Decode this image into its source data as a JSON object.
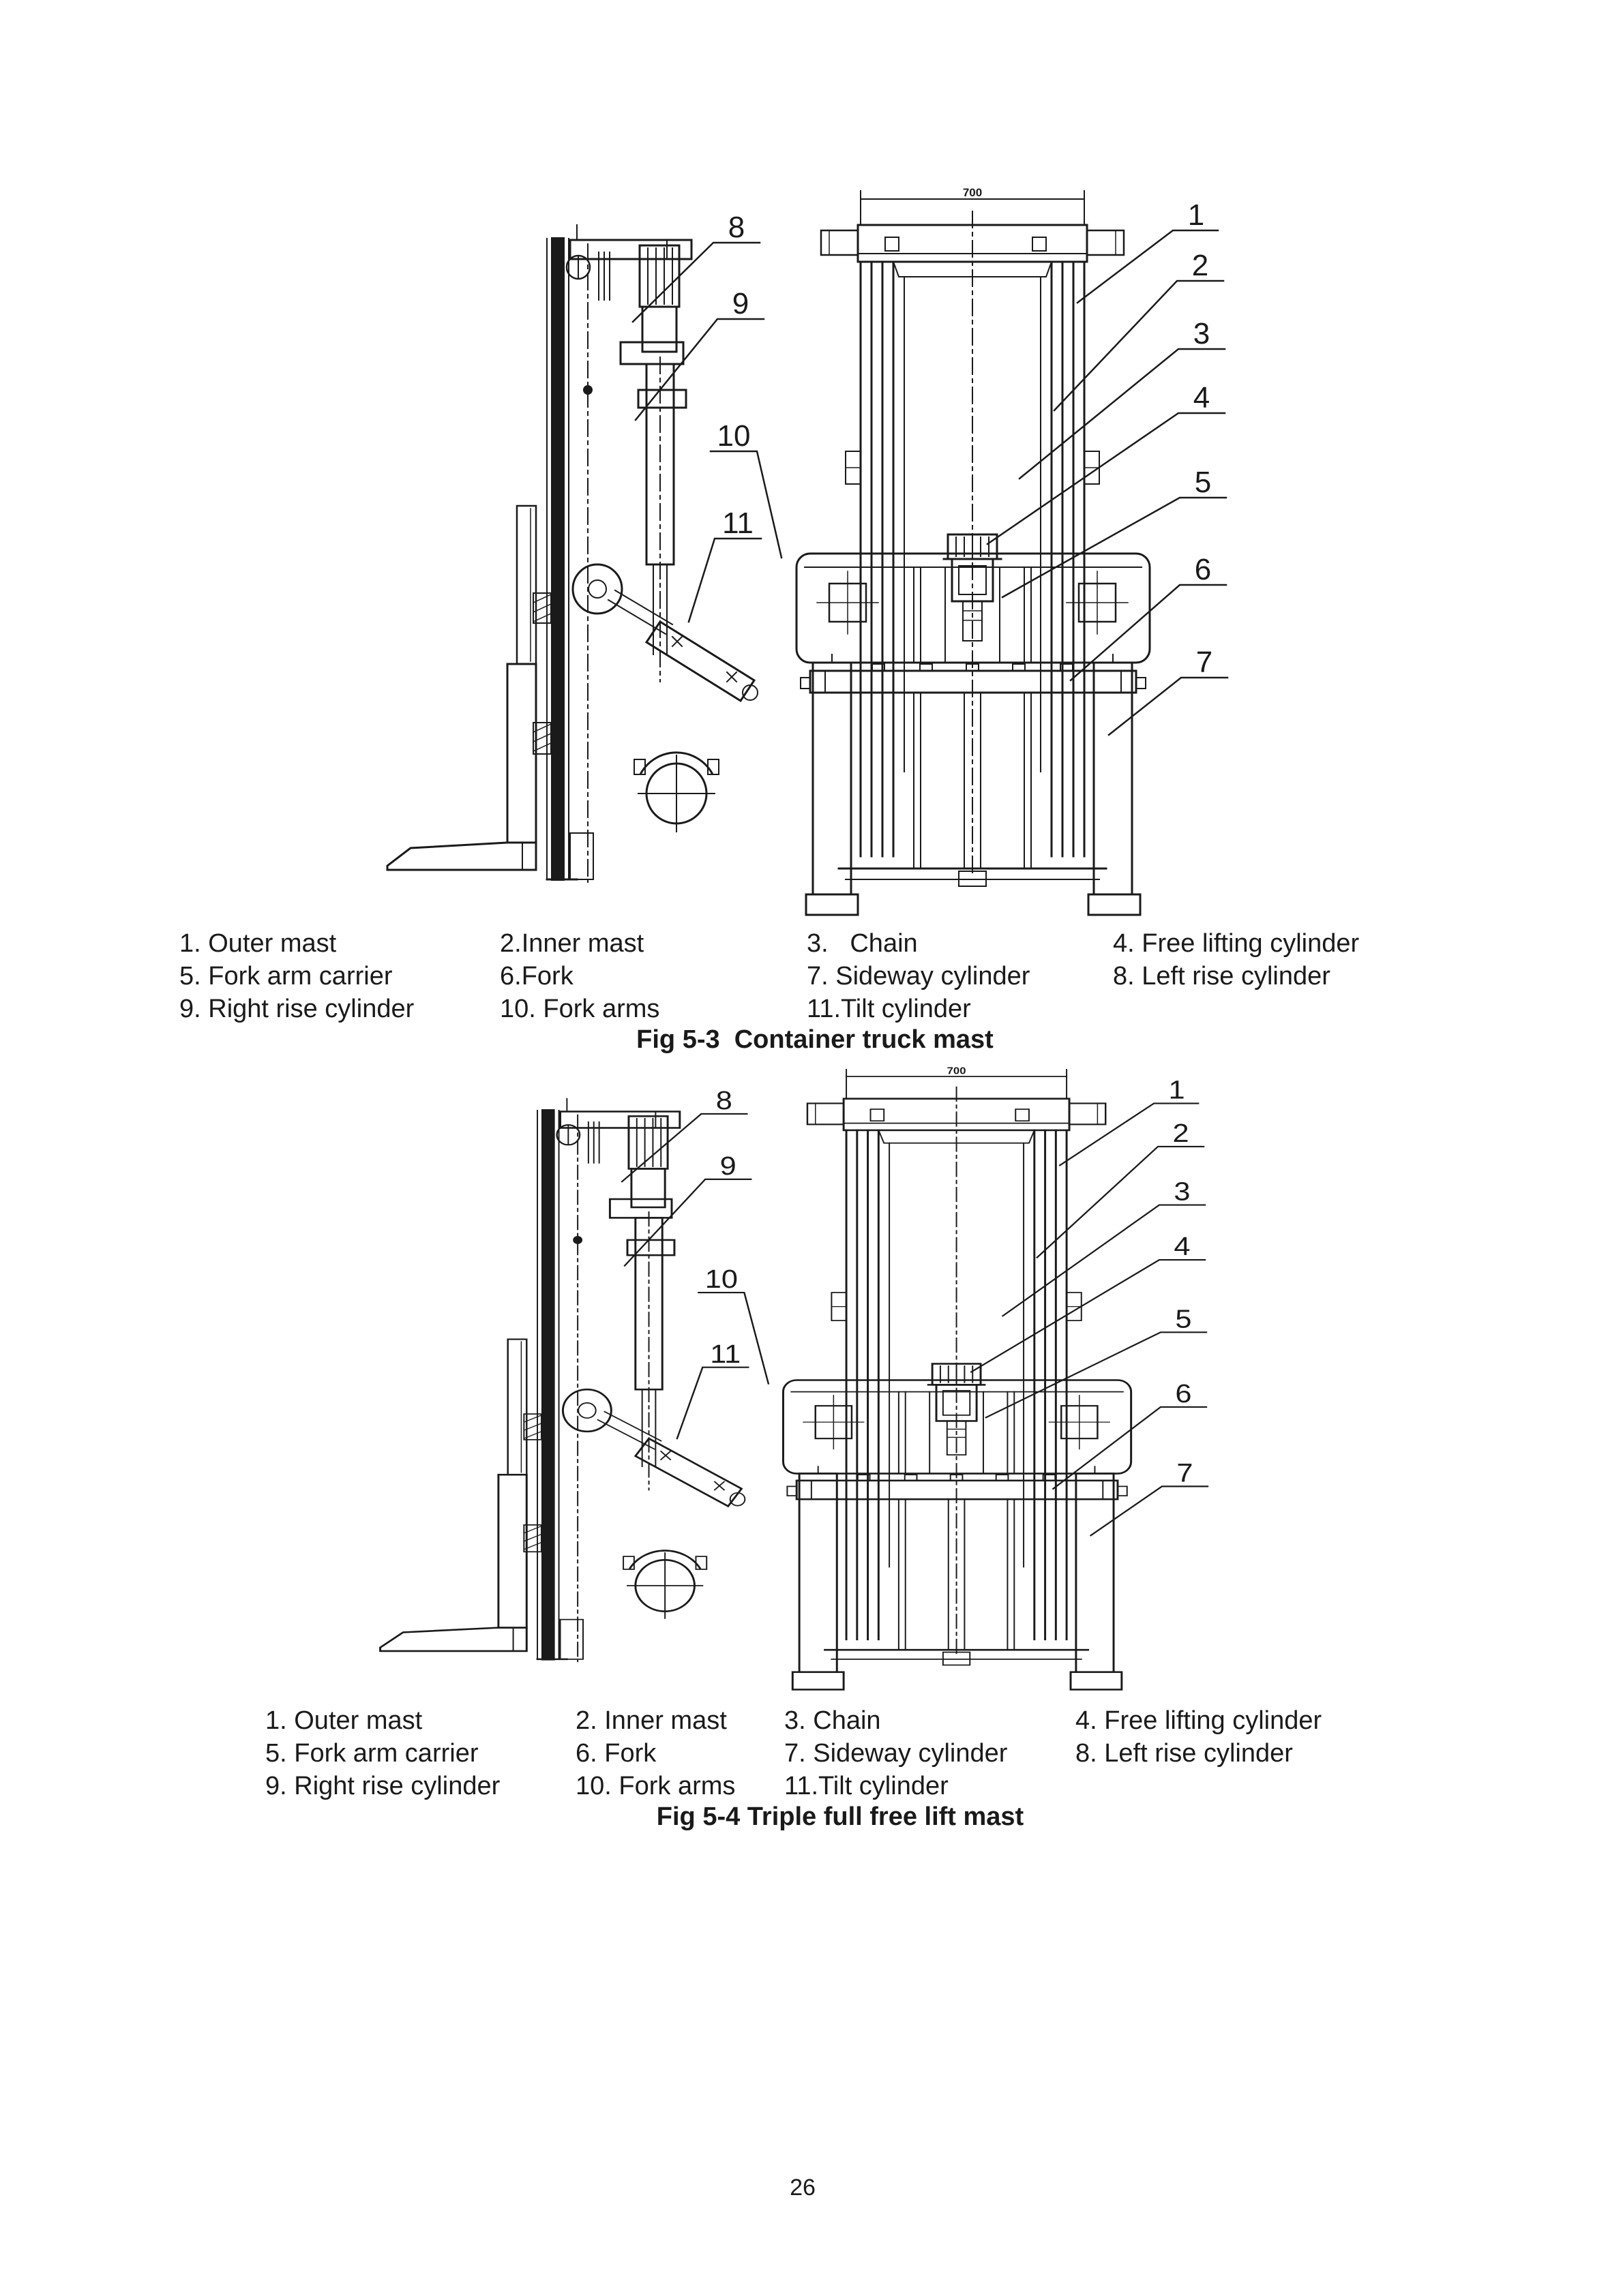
{
  "page": {
    "number": "26",
    "ink_color": "#1a1a1a",
    "paper_color": "#ffffff"
  },
  "callout_labels": [
    "1",
    "2",
    "3",
    "4",
    "5",
    "6",
    "7",
    "8",
    "9",
    "10",
    "11"
  ],
  "figures": [
    {
      "id": "fig-5-3",
      "caption": "Fig 5-3  Container truck mast",
      "dimension_label": "700",
      "legend_rows": [
        [
          "1. Outer mast",
          "2.Inner mast",
          "3.   Chain",
          "4. Free lifting cylinder"
        ],
        [
          "5. Fork arm carrier",
          "6.Fork",
          "7. Sideway cylinder",
          "8. Left rise cylinder"
        ],
        [
          "9. Right rise cylinder",
          "10. Fork arms",
          "11.Tilt cylinder",
          ""
        ]
      ]
    },
    {
      "id": "fig-5-4",
      "caption": "Fig 5-4 Triple full free lift mast",
      "dimension_label": "700",
      "legend_rows": [
        [
          "1. Outer mast",
          "2. Inner mast",
          "3. Chain",
          "4. Free lifting cylinder"
        ],
        [
          "5. Fork arm carrier",
          "6. Fork",
          "7. Sideway cylinder",
          "8. Left rise cylinder"
        ],
        [
          "9. Right rise cylinder",
          "10. Fork arms",
          "11.Tilt cylinder",
          ""
        ]
      ]
    }
  ]
}
